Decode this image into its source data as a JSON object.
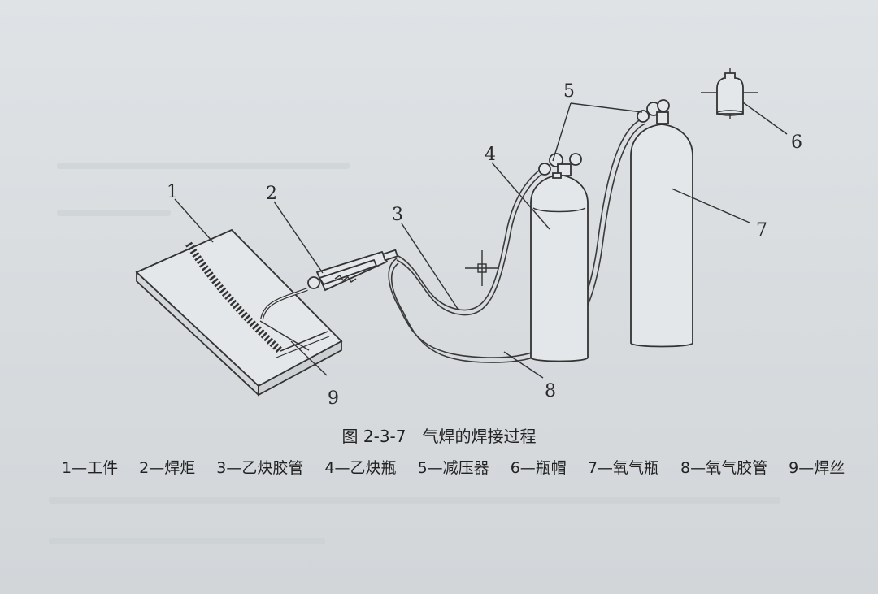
{
  "callouts": {
    "n1": "1",
    "n2": "2",
    "n3": "3",
    "n4": "4",
    "n5": "5",
    "n6": "6",
    "n7": "7",
    "n8": "8",
    "n9": "9"
  },
  "caption": "图 2-3-7　气焊的焊接过程",
  "legend": [
    "1—工件",
    "2—焊炬",
    "3—乙炔胶管",
    "4—乙炔瓶",
    "5—减压器",
    "6—瓶帽",
    "7—氧气瓶",
    "8—氧气胶管",
    "9—焊丝"
  ]
}
